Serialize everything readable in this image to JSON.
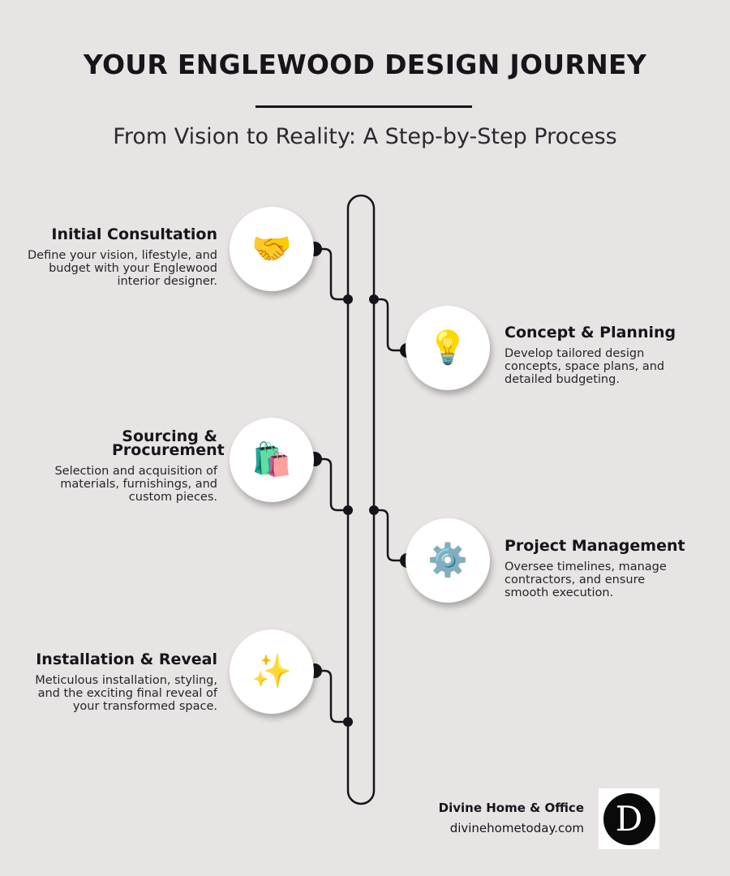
{
  "header": {
    "title": "YOUR ENGLEWOOD DESIGN JOURNEY",
    "subtitle": "From Vision to Reality: A Step-by-Step Process"
  },
  "steps": [
    {
      "title": "Initial Consultation",
      "description": "Define your vision, lifestyle, and budget with your Englewood interior designer.",
      "icon": "handshake-icon",
      "glyph": "🤝"
    },
    {
      "title": "Concept & Planning",
      "description": "Develop tailored design concepts, space plans, and detailed budgeting.",
      "icon": "lightbulb-icon",
      "glyph": "💡"
    },
    {
      "title": "Sourcing & Procurement",
      "description": "Selection and acquisition of materials, furnishings, and custom pieces.",
      "icon": "shopping-bags-icon",
      "glyph": "🛍️"
    },
    {
      "title": "Project Management",
      "description": "Oversee timelines, manage contractors, and ensure smooth execution.",
      "icon": "gear-icon",
      "glyph": "⚙️"
    },
    {
      "title": "Installation & Reveal",
      "description": "Meticulous installation, styling, and the exciting final reveal of your transformed space.",
      "icon": "sparkles-icon",
      "glyph": "✨"
    }
  ],
  "brand": {
    "name": "Divine Home & Office",
    "url": "divinehometoday.com",
    "logo_letter": "D"
  },
  "colors": {
    "background": "#e7e4e3",
    "ink": "#16151c",
    "circle": "#ffffff"
  }
}
